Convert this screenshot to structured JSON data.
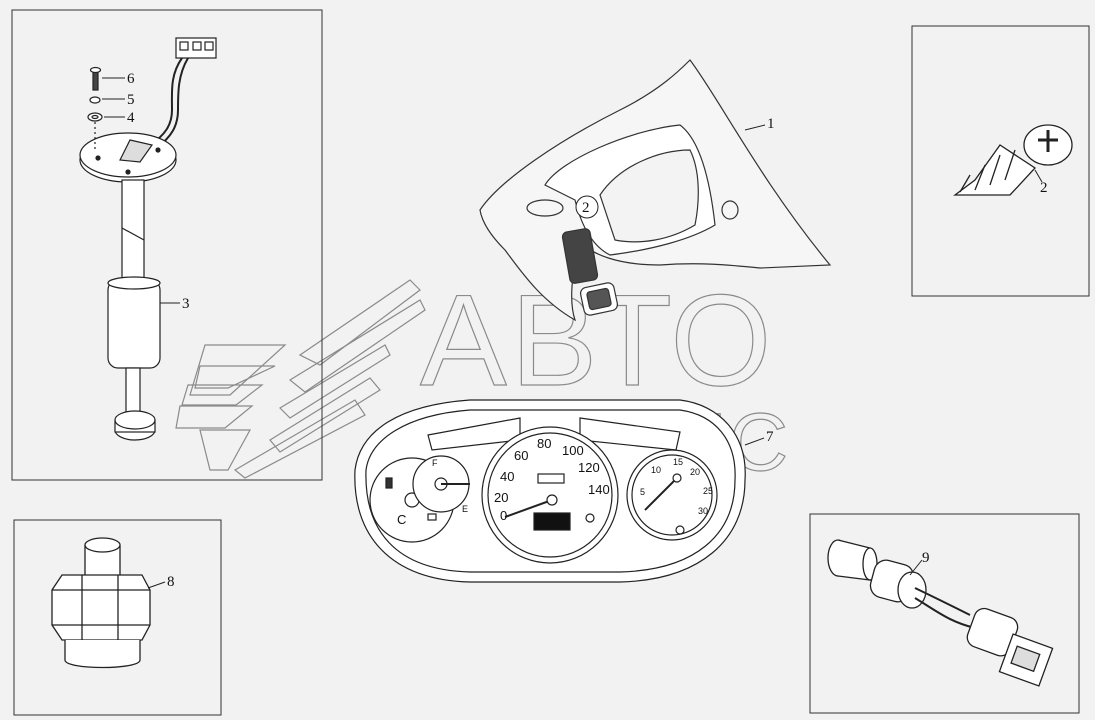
{
  "diagram": {
    "callouts": [
      "1",
      "2",
      "3",
      "4",
      "5",
      "6",
      "7",
      "8",
      "9"
    ],
    "watermark": {
      "line1": "АВТО",
      "line2": "АЛЬЯНС"
    },
    "speedometer": {
      "ticks": [
        "0",
        "20",
        "40",
        "60",
        "80",
        "100",
        "120",
        "140"
      ]
    },
    "tachometer": {
      "ticks": [
        "5",
        "10",
        "15",
        "20",
        "25",
        "30"
      ]
    },
    "fuel_gauge": {
      "labels": [
        "F",
        "E"
      ]
    },
    "temp_gauge": {
      "label": "C"
    }
  }
}
